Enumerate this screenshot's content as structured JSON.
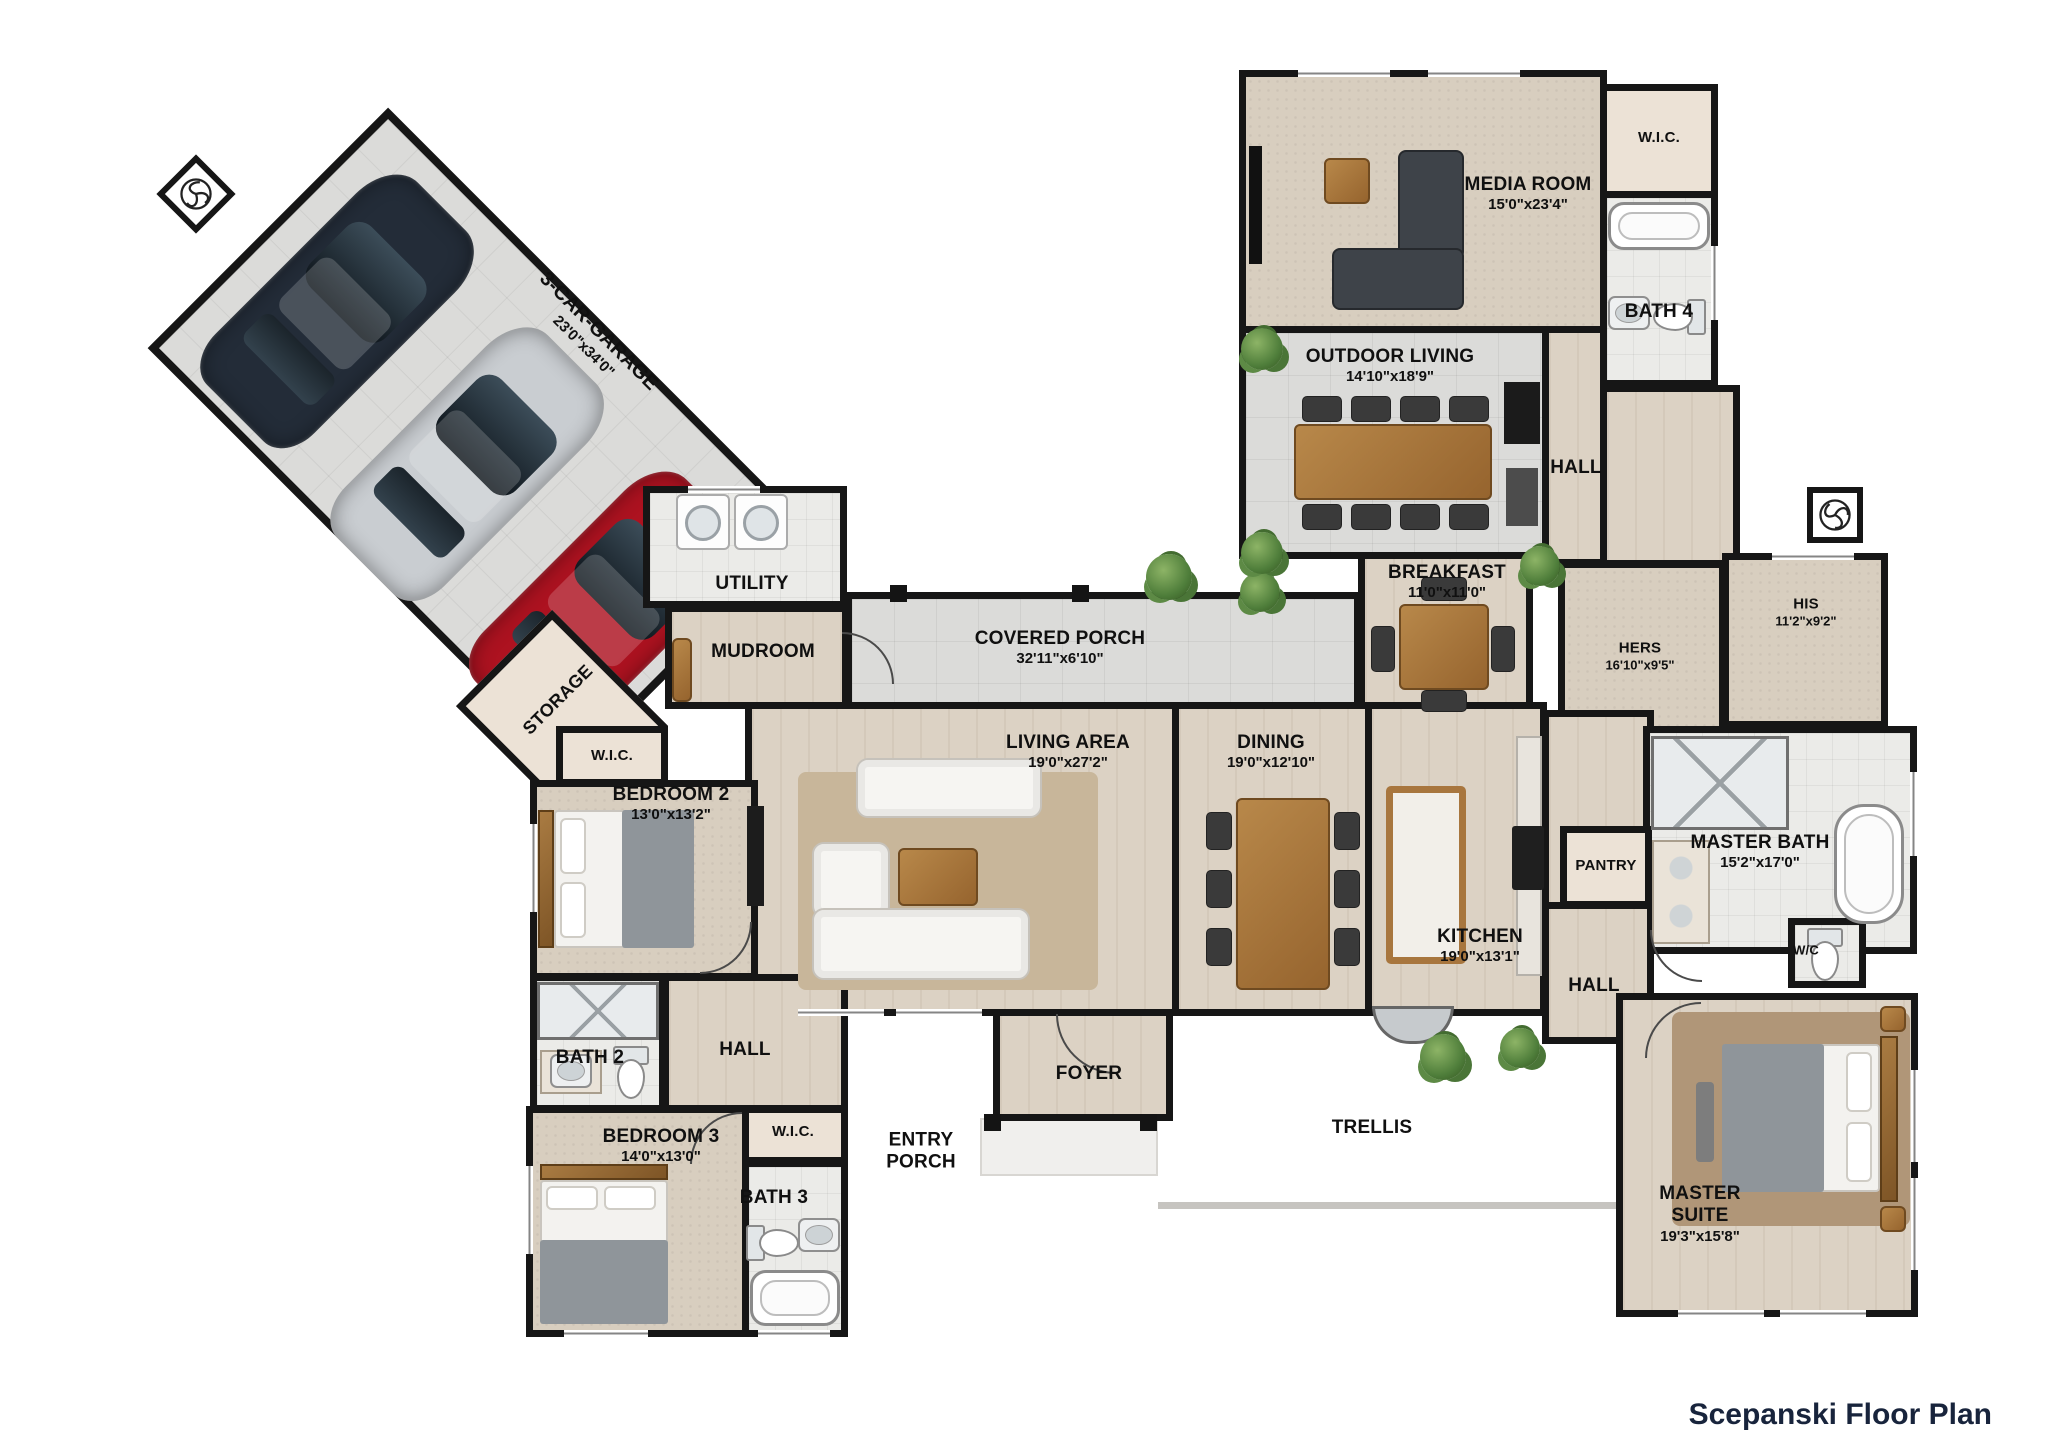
{
  "title": "Scepanski Floor Plan",
  "palette": {
    "wall": "#161616",
    "wood_floor": "#dcd2c4",
    "carpet": "#d8cebf",
    "tile": "#ebebe8",
    "porch_concrete": "#dbdbd9",
    "closet": "#ece2d6",
    "accent_wood": "#a8763e"
  },
  "icons": {
    "ceiling_fan": "fan-swirl"
  },
  "cars": [
    {
      "name": "car-dark",
      "color": "#232c38"
    },
    {
      "name": "car-silver",
      "color": "#c9cdd1"
    },
    {
      "name": "car-red",
      "color": "#ad1220"
    }
  ],
  "rooms": {
    "garage": {
      "name": "3-CAR-GARAGE",
      "dims": "23'0\"x34'0\""
    },
    "storage": {
      "name": "STORAGE"
    },
    "utility": {
      "name": "UTILITY"
    },
    "mudroom": {
      "name": "MUDROOM"
    },
    "covered_porch": {
      "name": "COVERED PORCH",
      "dims": "32'11\"x6'10\""
    },
    "living": {
      "name": "LIVING AREA",
      "dims": "19'0\"x27'2\""
    },
    "dining": {
      "name": "DINING",
      "dims": "19'0\"x12'10\""
    },
    "kitchen": {
      "name": "KITCHEN",
      "dims": "19'0\"x13'1\""
    },
    "breakfast": {
      "name": "BREAKFAST",
      "dims": "11'0\"x11'0\""
    },
    "outdoor_living": {
      "name": "OUTDOOR LIVING",
      "dims": "14'10\"x18'9\""
    },
    "media": {
      "name": "MEDIA ROOM",
      "dims": "15'0\"x23'4\""
    },
    "wic_top": {
      "name": "W.I.C."
    },
    "bath4": {
      "name": "BATH 4"
    },
    "hall_top": {
      "name": "HALL"
    },
    "hers": {
      "name": "HERS",
      "dims": "16'10\"x9'5\""
    },
    "his": {
      "name": "HIS",
      "dims": "11'2\"x9'2\""
    },
    "master_bath": {
      "name": "MASTER BATH",
      "dims": "15'2\"x17'0\""
    },
    "wc": {
      "name": "W/C"
    },
    "pantry": {
      "name": "PANTRY"
    },
    "hall_right": {
      "name": "HALL"
    },
    "master_suite": {
      "name": "MASTER SUITE",
      "dims": "19'3\"x15'8\""
    },
    "foyer": {
      "name": "FOYER"
    },
    "entry_porch": {
      "name": "ENTRY PORCH"
    },
    "trellis": {
      "name": "TRELLIS"
    },
    "wic_b2": {
      "name": "W.I.C."
    },
    "bedroom2": {
      "name": "BEDROOM 2",
      "dims": "13'0\"x13'2\""
    },
    "bath2": {
      "name": "BATH 2"
    },
    "hall_left": {
      "name": "HALL"
    },
    "bedroom3": {
      "name": "BEDROOM 3",
      "dims": "14'0\"x13'0\""
    },
    "wic_b3": {
      "name": "W.I.C."
    },
    "bath3": {
      "name": "BATH 3"
    }
  }
}
